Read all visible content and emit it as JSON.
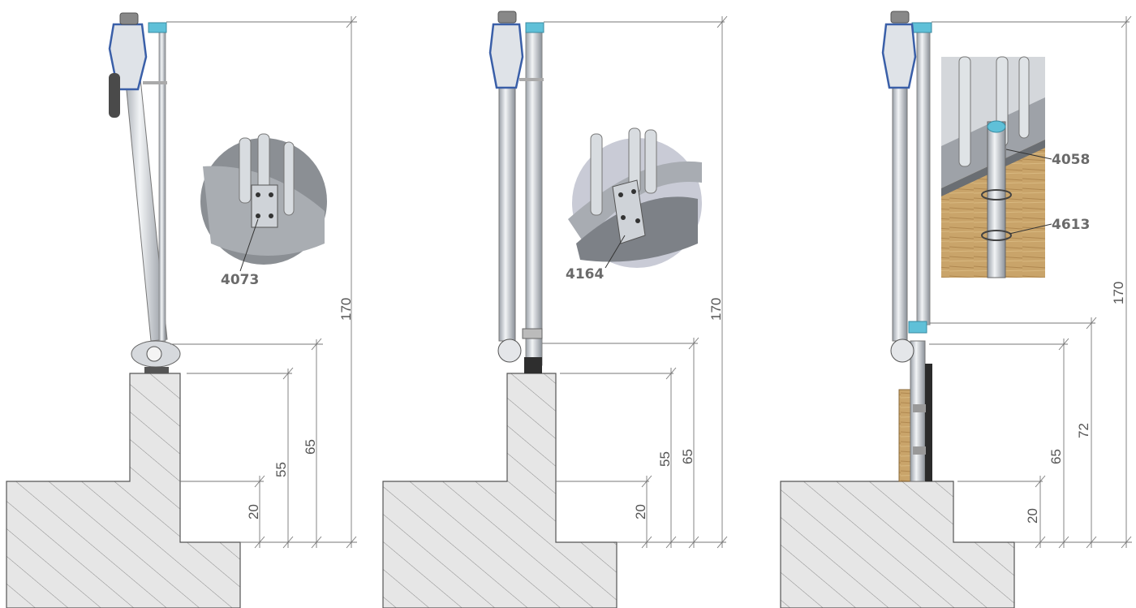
{
  "panels": [
    {
      "id": "left",
      "callout": "4073",
      "dimensions": [
        "170",
        "65",
        "55",
        "20"
      ]
    },
    {
      "id": "middle",
      "callout": "4164",
      "dimensions": [
        "170",
        "65",
        "55",
        "20"
      ]
    },
    {
      "id": "right",
      "callouts": [
        "4058",
        "4613"
      ],
      "dimensions": [
        "170",
        "72",
        "65",
        "20"
      ]
    }
  ],
  "colors": {
    "concrete": "#e6e6e6",
    "hatch": "#8a8a8a",
    "pole": "#c8ccd2",
    "accent_cyan": "#5fc0d8",
    "accent_blue": "#3a5fa8",
    "wood": "#c9a46a",
    "slab_detail": "#6f7378"
  }
}
